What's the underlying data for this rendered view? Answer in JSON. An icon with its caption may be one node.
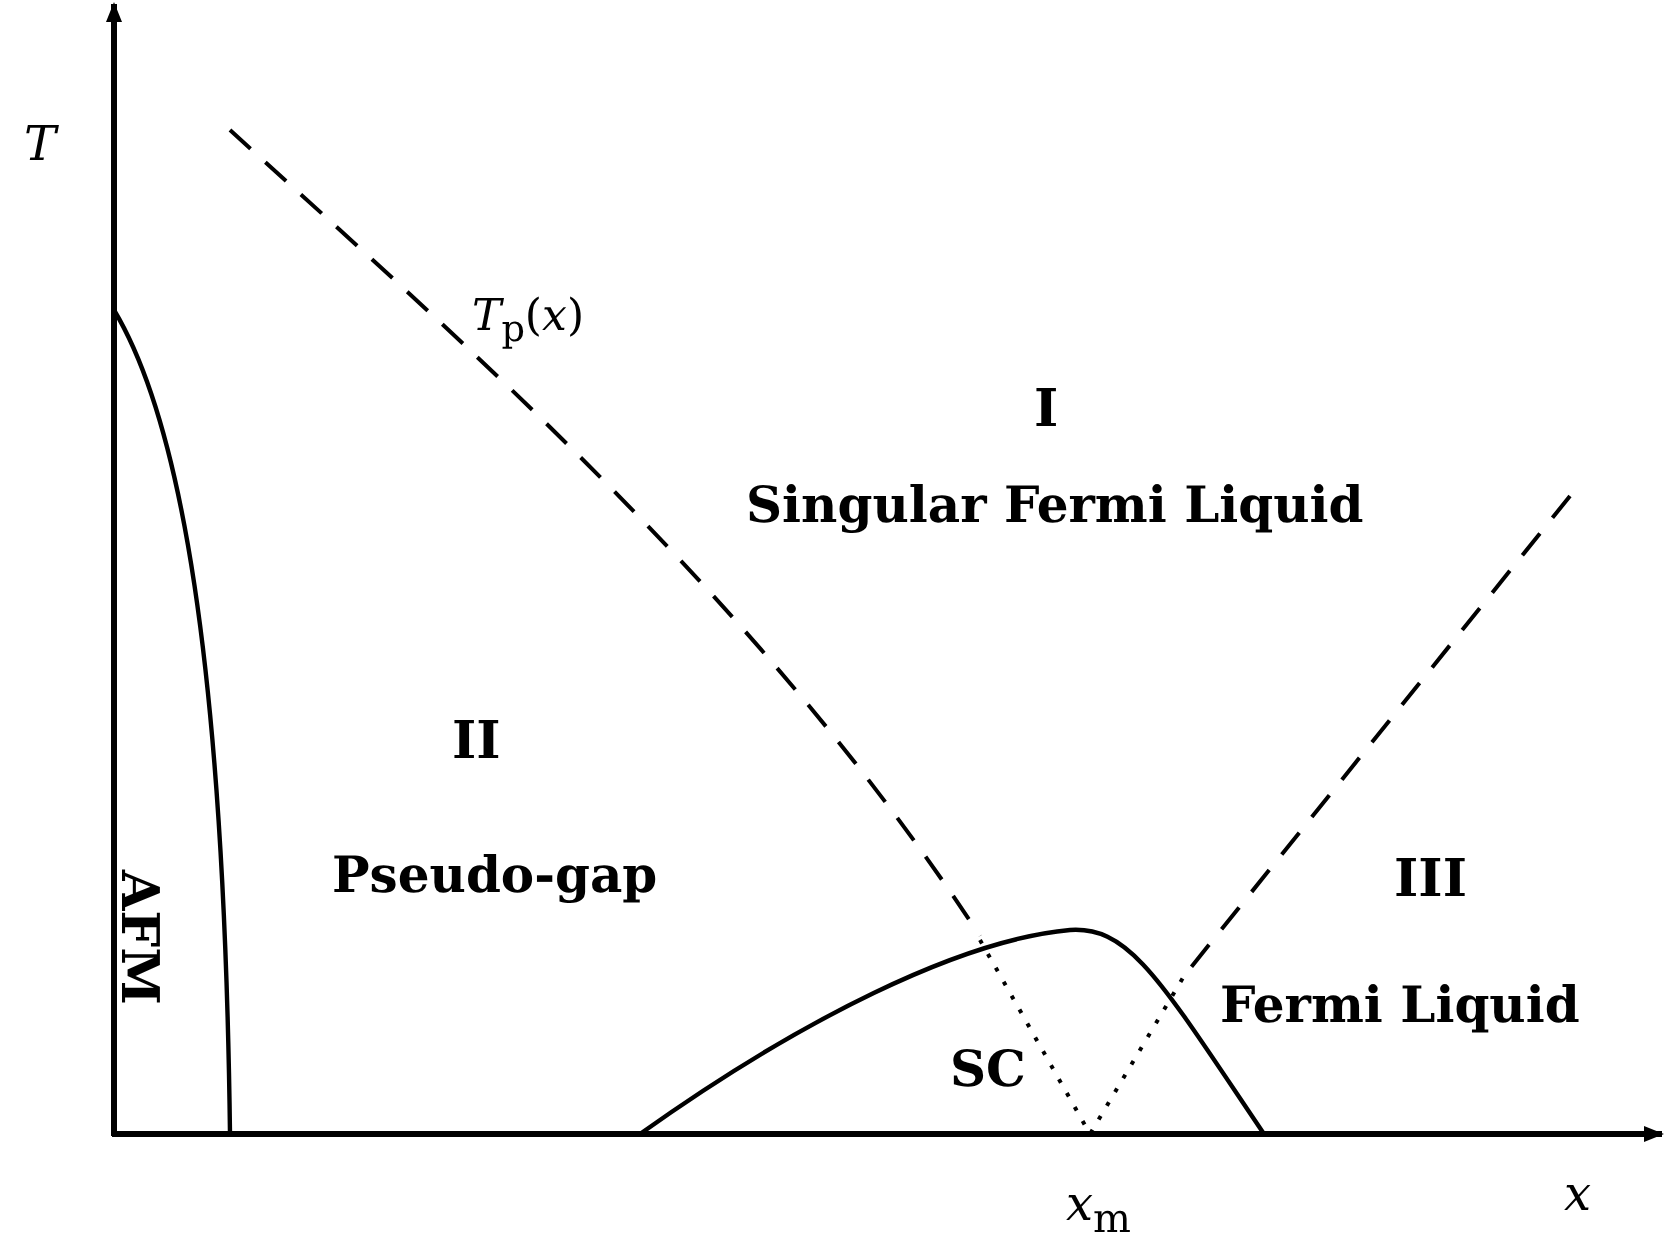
{
  "diagram": {
    "labels": [
      "T",
      "*T*$_{p}$(*x*)",
      "I",
      "Singular Fermi Liquid",
      "II",
      "Pseudo-gap",
      "III",
      "Fermi Liquid",
      "AFM",
      "SC",
      "*x*$_{m}$",
      "x"
    ]
  }
}
